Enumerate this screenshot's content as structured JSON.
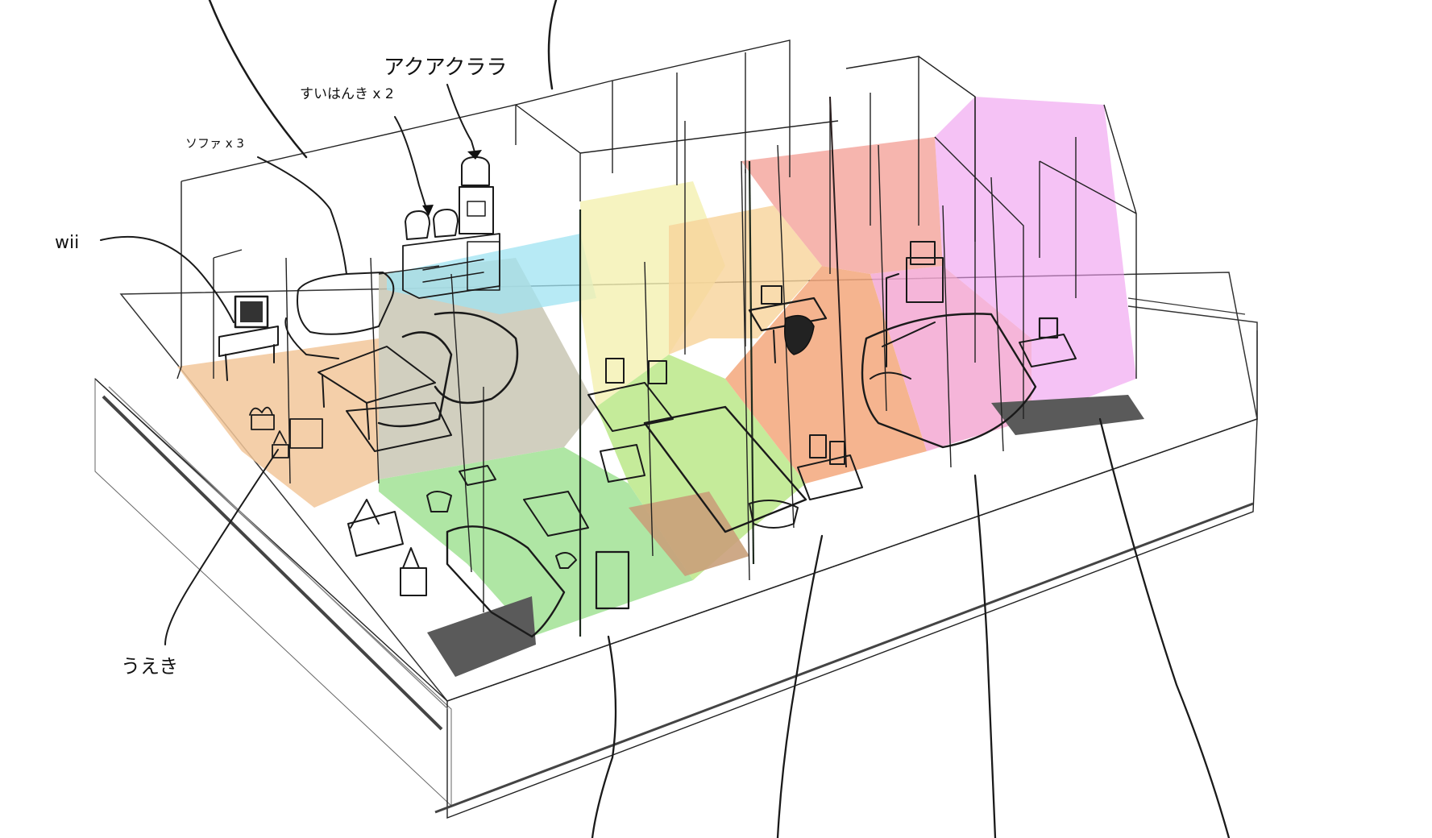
{
  "labels": {
    "wii": "wii",
    "sofa": "ソファ x 3",
    "rice_cooker": "すいはんき x 2",
    "aqua_clara": "アクアクララ",
    "plants": "うえき"
  },
  "colors": {
    "entrance_orange": "#f2c79a",
    "living_gray": "#c9c7b4",
    "water_blue": "#9fe3f2",
    "desk_yellow": "#f4f0b0",
    "room_green": "#a6e39a",
    "room_lime": "#bfe98f",
    "kitchen_peach": "#f7d39a",
    "room_orange": "#f3a77b",
    "room_salmon": "#f4a39a",
    "room_pink": "#f3a8d2",
    "room_magenta": "#ee99ee",
    "floor_dark": "#5a5a5a"
  }
}
